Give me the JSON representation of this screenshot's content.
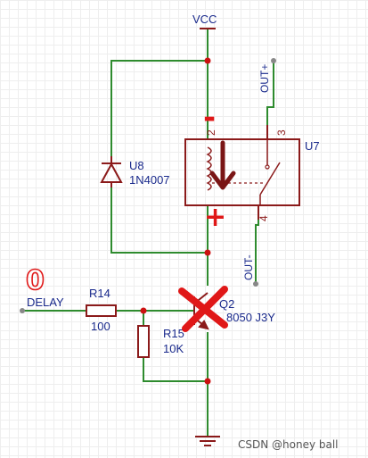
{
  "schematic": {
    "nets": {
      "vcc": "VCC",
      "out_plus": "OUT+",
      "out_minus": "OUT-",
      "delay": "DELAY"
    },
    "components": {
      "diode": {
        "ref": "U8",
        "value": "1N4007"
      },
      "relay": {
        "ref": "U7",
        "pins": [
          "2",
          "3",
          "4"
        ]
      },
      "r14": {
        "ref": "R14",
        "value": "100"
      },
      "r15": {
        "ref": "R15",
        "value": "10K"
      },
      "transistor": {
        "ref": "Q2",
        "value": "8050 J3Y"
      }
    },
    "annotations": {
      "minus_mark": "-",
      "plus_mark": "+",
      "circle_mark": "0"
    }
  },
  "colors": {
    "wire": "#2e8b2e",
    "component": "#8b1a1a",
    "label": "#1a2a8c",
    "annotation": "#e01818",
    "junction": "#cc1111"
  },
  "watermark": "CSDN @honey ball"
}
